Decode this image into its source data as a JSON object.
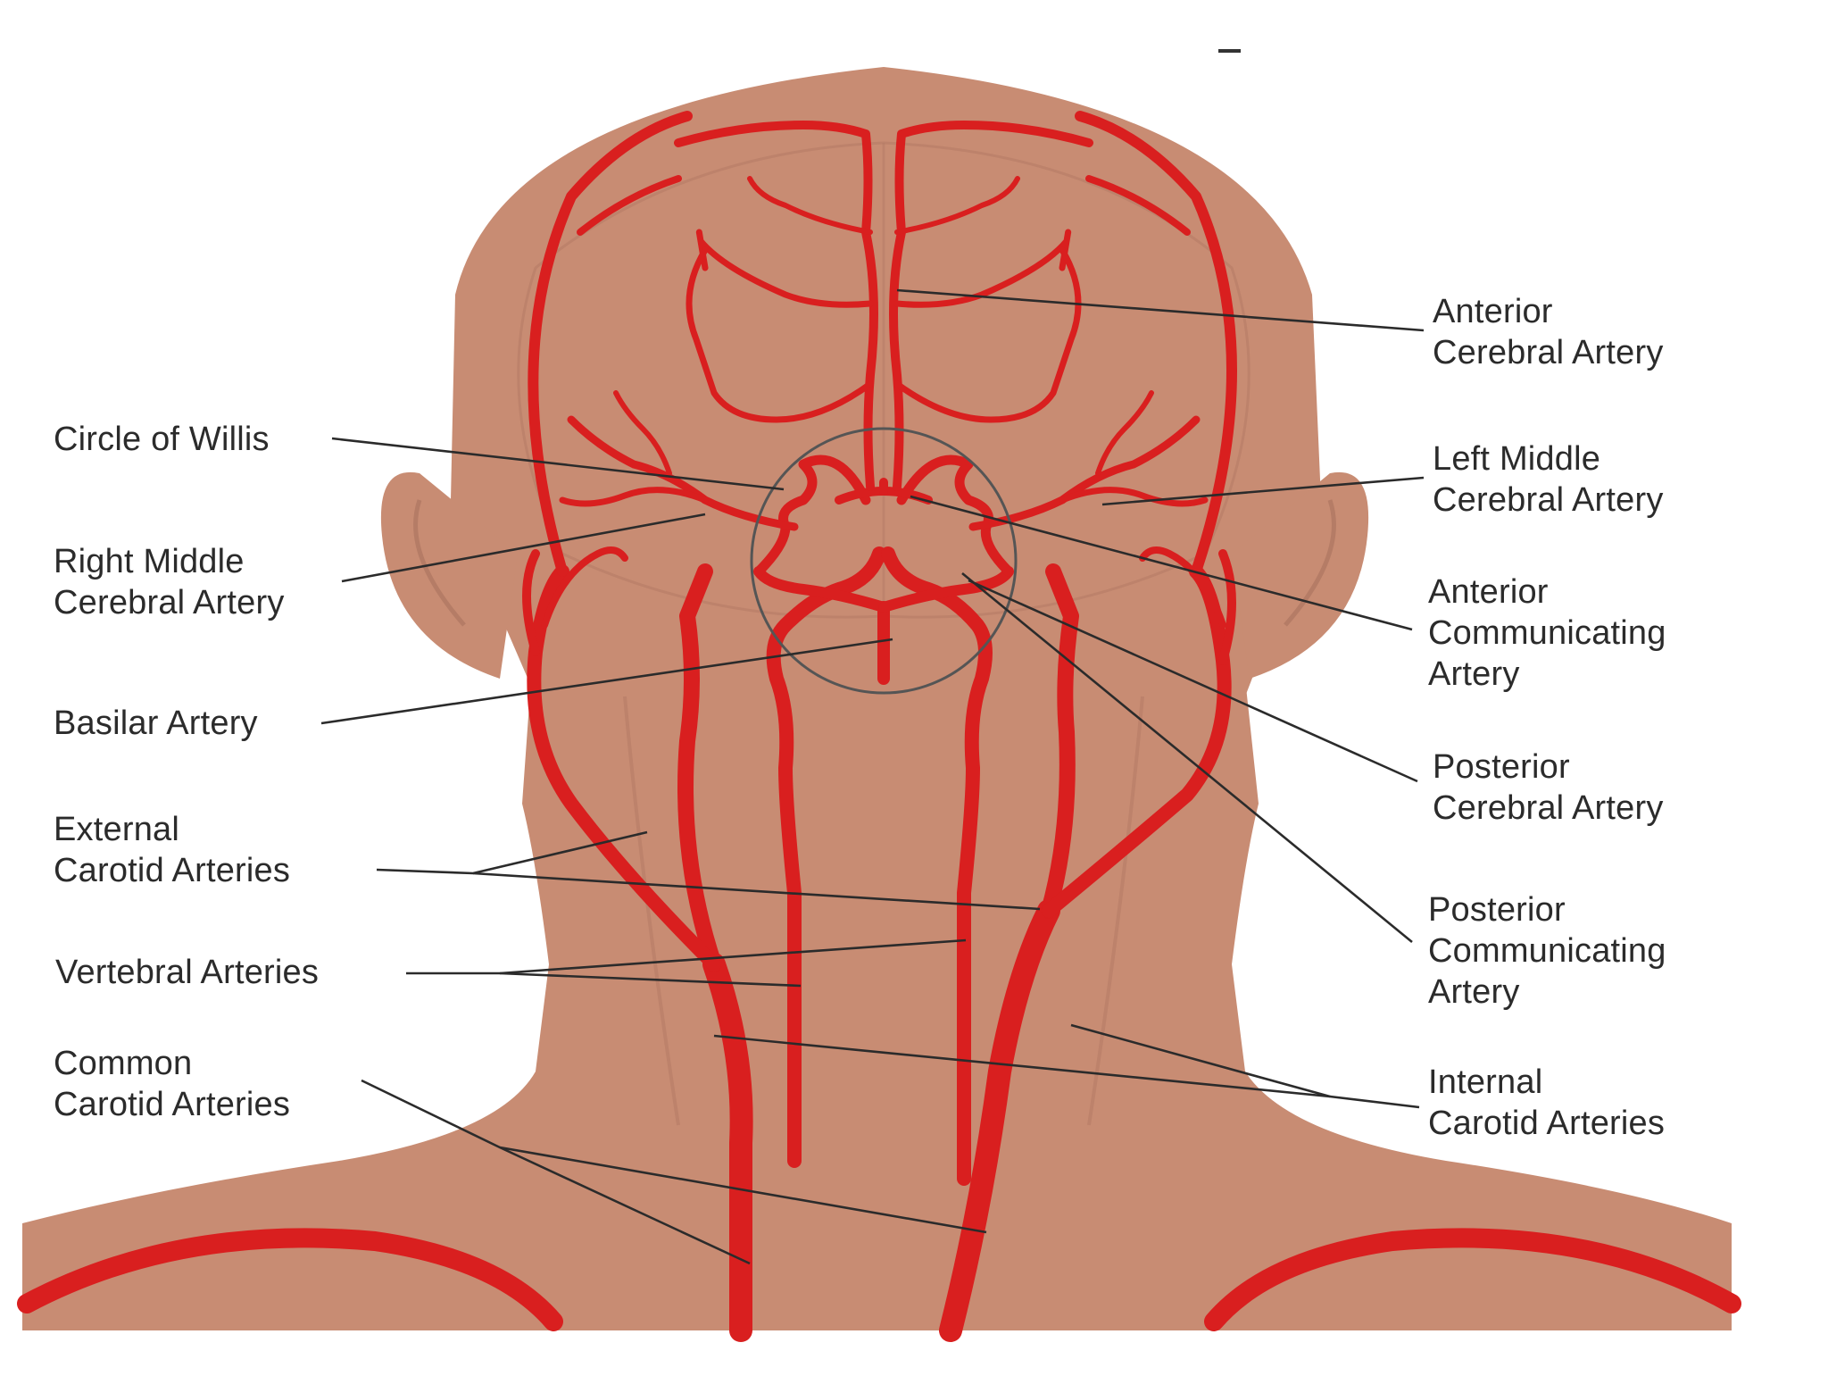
{
  "colors": {
    "skin": "#c88c73",
    "skin_shadow": "#b57c66",
    "artery": "#d91f1f",
    "artery_dark": "#a50f12",
    "leader_line": "#2b2b2b",
    "background": "#ffffff"
  },
  "labels": {
    "anterior_cerebral": [
      "Anterior",
      "Cerebral Artery"
    ],
    "circle_of_willis": [
      "Circle of Willis"
    ],
    "left_middle_cerebral": [
      "Left Middle",
      "Cerebral Artery"
    ],
    "right_middle_cerebral": [
      "Right Middle",
      "Cerebral Artery"
    ],
    "anterior_communicating": [
      "Anterior",
      "Communicating",
      "Artery"
    ],
    "basilar": [
      "Basilar Artery"
    ],
    "posterior_cerebral": [
      "Posterior",
      "Cerebral Artery"
    ],
    "external_carotid": [
      "External",
      "Carotid Arteries"
    ],
    "vertebral": [
      "Vertebral Arteries"
    ],
    "posterior_communicating": [
      "Posterior",
      "Communicating",
      "Artery"
    ],
    "common_carotid": [
      "Common",
      "Carotid Arteries"
    ],
    "internal_carotid": [
      "Internal",
      "Carotid Arteries"
    ]
  }
}
